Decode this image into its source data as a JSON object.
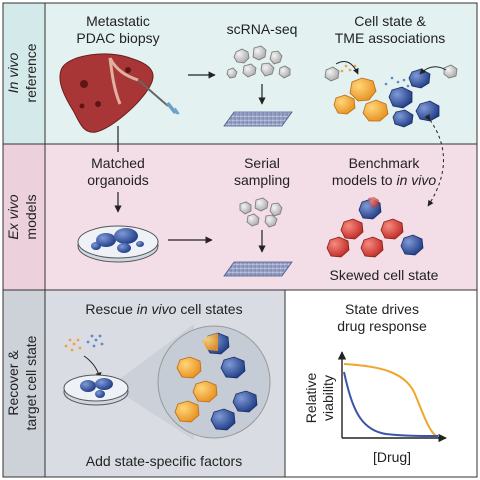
{
  "rows": {
    "in_vivo": {
      "side_label_italic": "In vivo",
      "side_label": "reference",
      "biopsy_line1": "Metastatic",
      "biopsy_line2": "PDAC biopsy",
      "scrnaseq": "scRNA-seq",
      "assoc_line1": "Cell state &",
      "assoc_line2": "TME associations"
    },
    "ex_vivo": {
      "side_label_italic": "Ex vivo",
      "side_label": "models",
      "organoids_line1": "Matched",
      "organoids_line2": "organoids",
      "serial_line1": "Serial",
      "serial_line2": "sampling",
      "bench_line1": "Benchmark",
      "bench_line2_prefix": "models to ",
      "bench_line2_italic": "in vivo",
      "skewed": "Skewed cell state"
    },
    "recover": {
      "side_label_line1": "Recover &",
      "side_label_line2": "target cell state",
      "rescue_prefix": "Rescue ",
      "rescue_italic": "in vivo",
      "rescue_suffix": " cell states",
      "add_factors": "Add state-specific factors"
    },
    "drug": {
      "title_line1": "State drives",
      "title_line2": "drug response",
      "ylabel_line1": "Relative",
      "ylabel_line2": "viability",
      "xlabel": "[Drug]"
    }
  },
  "colors": {
    "in_vivo_bg": "#e3f1f1",
    "ex_vivo_bg": "#f3dde7",
    "recover_bg": "#d9dde3",
    "liver": "#a93a3a",
    "cell_blue": "#2f4f9a",
    "cell_orange": "#f2a33a",
    "cell_red": "#d8443c",
    "curve_orange": "#f0a52c",
    "curve_blue": "#3a55a8"
  }
}
